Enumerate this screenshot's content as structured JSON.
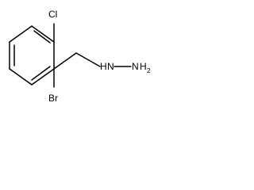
{
  "molecule": {
    "atoms": {
      "chlorine": "Cl",
      "bromine": "Br",
      "hydrazine_nh": "H",
      "hydrazine_nh_n": "N",
      "hydrazine_nh2_n": "N",
      "hydrazine_nh2_h": "H",
      "hydrazine_nh2_count": "2"
    }
  }
}
